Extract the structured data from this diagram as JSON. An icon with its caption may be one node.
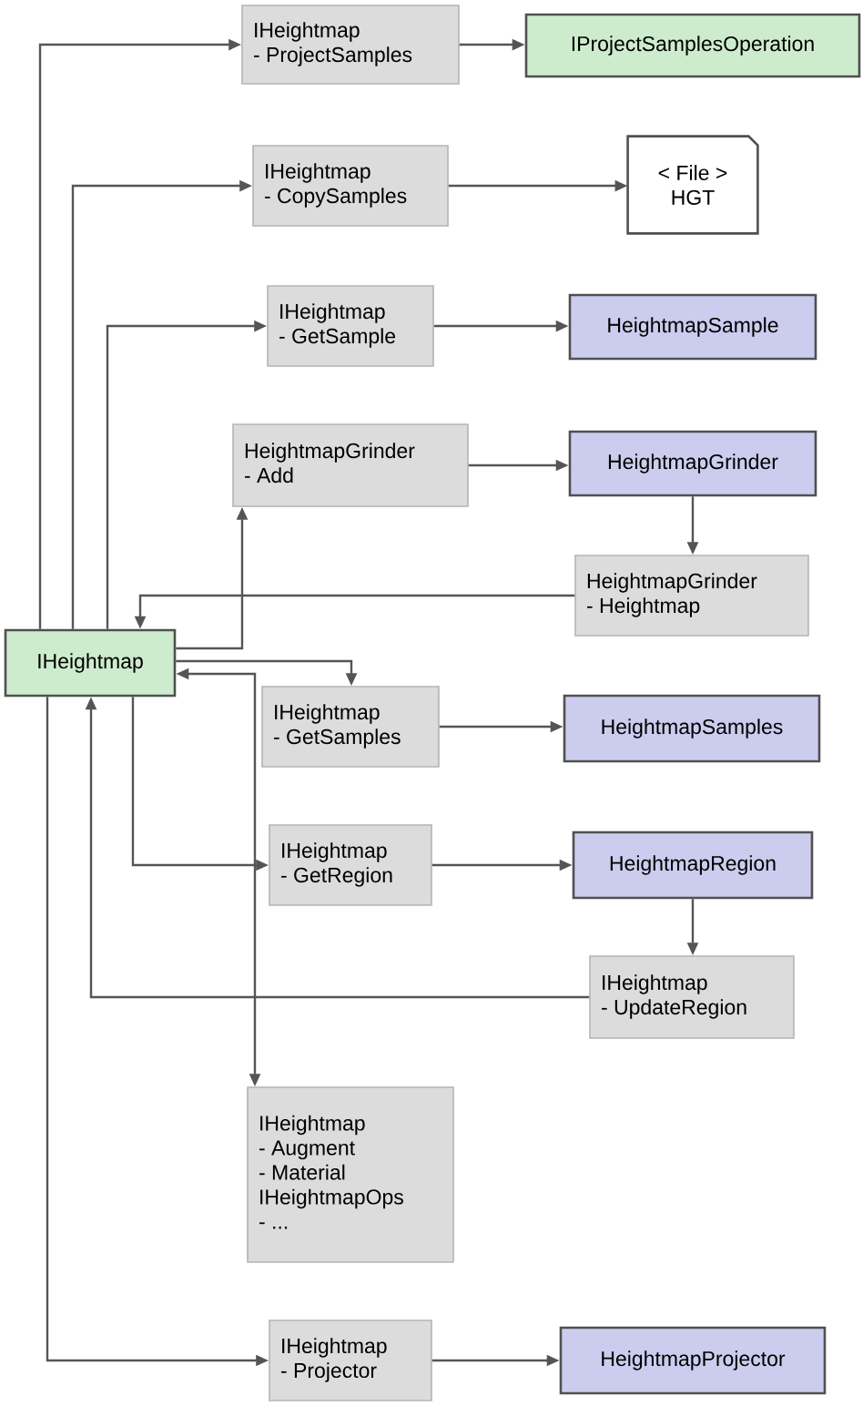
{
  "diagram": {
    "nodes": [
      {
        "text": [
          "IHeightmap"
        ]
      },
      {
        "text": [
          "IHeightmap",
          "- ProjectSamples"
        ]
      },
      {
        "text": [
          "IProjectSamplesOperation"
        ]
      },
      {
        "text": [
          "IHeightmap",
          "- CopySamples"
        ]
      },
      {
        "text": [
          "< File >",
          "HGT"
        ]
      },
      {
        "text": [
          "IHeightmap",
          "- GetSample"
        ]
      },
      {
        "text": [
          "HeightmapSample"
        ]
      },
      {
        "text": [
          "HeightmapGrinder",
          "- Add"
        ]
      },
      {
        "text": [
          "HeightmapGrinder"
        ]
      },
      {
        "text": [
          "HeightmapGrinder",
          "- Heightmap"
        ]
      },
      {
        "text": [
          "IHeightmap",
          "- GetSamples"
        ]
      },
      {
        "text": [
          "HeightmapSamples"
        ]
      },
      {
        "text": [
          "IHeightmap",
          "- GetRegion"
        ]
      },
      {
        "text": [
          "HeightmapRegion"
        ]
      },
      {
        "text": [
          "IHeightmap",
          "- UpdateRegion"
        ]
      },
      {
        "text": [
          "IHeightmap",
          "- Augment",
          "- Material",
          "IHeightmapOps",
          "- ..."
        ]
      },
      {
        "text": [
          "IHeightmap",
          "- Projector"
        ]
      },
      {
        "text": [
          "HeightmapProjector"
        ]
      }
    ],
    "edges": [
      {
        "from": 0,
        "to": 1,
        "arrow": "to"
      },
      {
        "from": 1,
        "to": 2,
        "arrow": "to"
      },
      {
        "from": 0,
        "to": 3,
        "arrow": "to"
      },
      {
        "from": 3,
        "to": 4,
        "arrow": "to"
      },
      {
        "from": 0,
        "to": 5,
        "arrow": "to"
      },
      {
        "from": 5,
        "to": 6,
        "arrow": "to"
      },
      {
        "from": 0,
        "to": 7,
        "arrow": "to"
      },
      {
        "from": 7,
        "to": 8,
        "arrow": "to"
      },
      {
        "from": 8,
        "to": 9,
        "arrow": "to"
      },
      {
        "from": 9,
        "to": 0,
        "arrow": "to"
      },
      {
        "from": 0,
        "to": 10,
        "arrow": "to"
      },
      {
        "from": 10,
        "to": 11,
        "arrow": "to"
      },
      {
        "from": 0,
        "to": 12,
        "arrow": "to"
      },
      {
        "from": 12,
        "to": 13,
        "arrow": "to"
      },
      {
        "from": 13,
        "to": 14,
        "arrow": "to"
      },
      {
        "from": 14,
        "to": 0,
        "arrow": "to"
      },
      {
        "from": 0,
        "to": 15,
        "arrow": "both"
      },
      {
        "from": 0,
        "to": 16,
        "arrow": "to"
      },
      {
        "from": 16,
        "to": 17,
        "arrow": "to"
      }
    ]
  }
}
